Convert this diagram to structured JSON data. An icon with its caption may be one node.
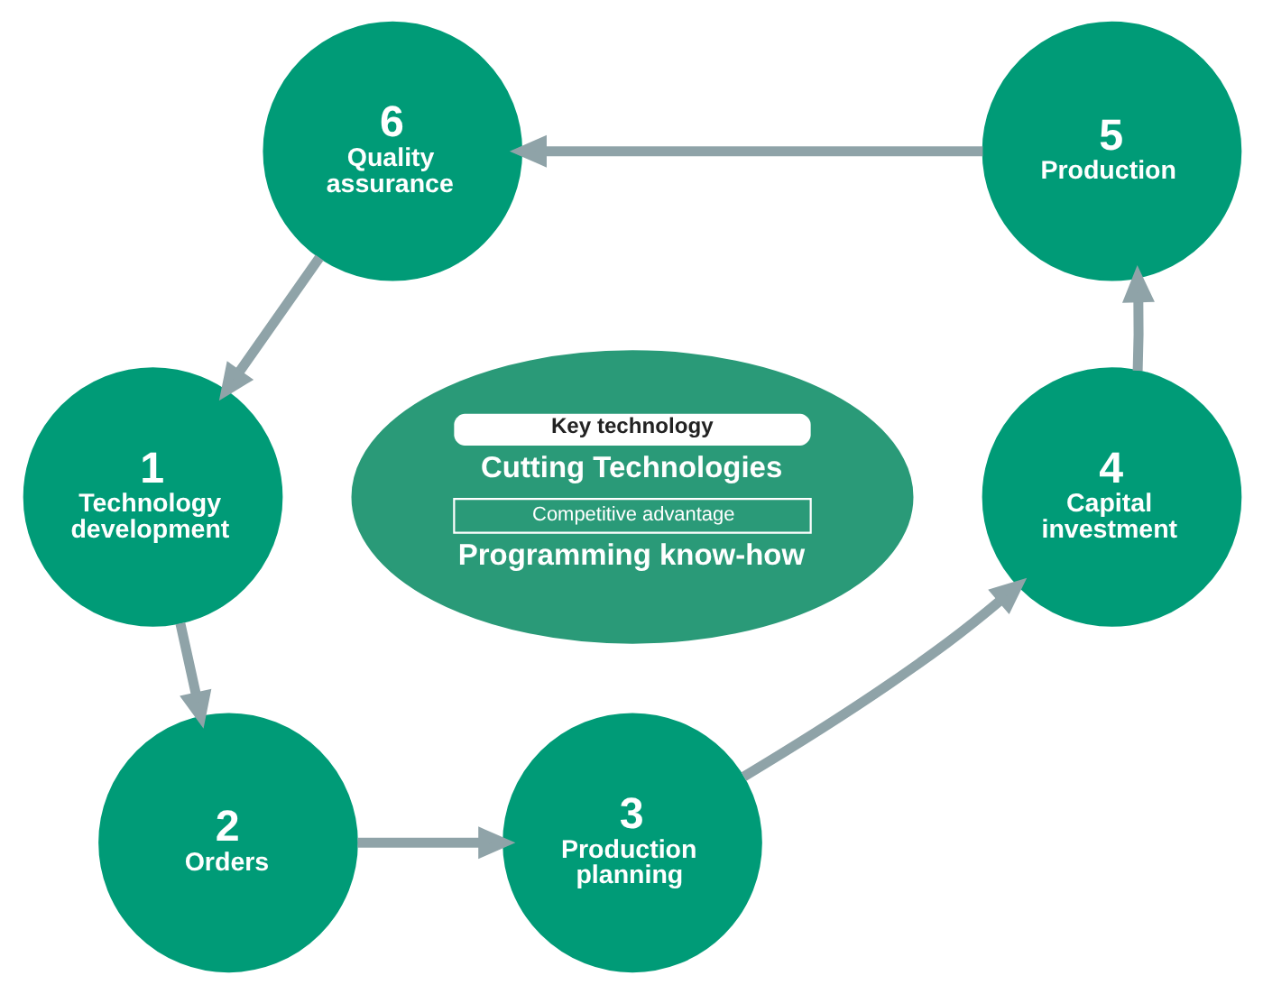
{
  "diagram": {
    "nodes": [
      {
        "text": [
          "6",
          "Quality assurance"
        ]
      },
      {
        "text": [
          "5",
          "Production"
        ]
      },
      {
        "text": [
          "Key technology",
          "Cutting Technologies",
          "Competitive advantage",
          "Programming know-how"
        ]
      },
      {
        "text": [
          "1",
          "Technology development"
        ]
      },
      {
        "text": [
          "4",
          "Capital investment"
        ]
      },
      {
        "text": [
          "2",
          "Orders"
        ]
      },
      {
        "text": [
          "3",
          "Production planning"
        ]
      }
    ],
    "edges": [
      {
        "from": 3,
        "to": 5,
        "arrow": "to"
      },
      {
        "from": 5,
        "to": 6,
        "arrow": "to"
      },
      {
        "from": 6,
        "to": 4,
        "arrow": "to"
      },
      {
        "from": 4,
        "to": 1,
        "arrow": "to"
      },
      {
        "from": 1,
        "to": 0,
        "arrow": "to"
      },
      {
        "from": 0,
        "to": 3,
        "arrow": "to"
      }
    ]
  }
}
